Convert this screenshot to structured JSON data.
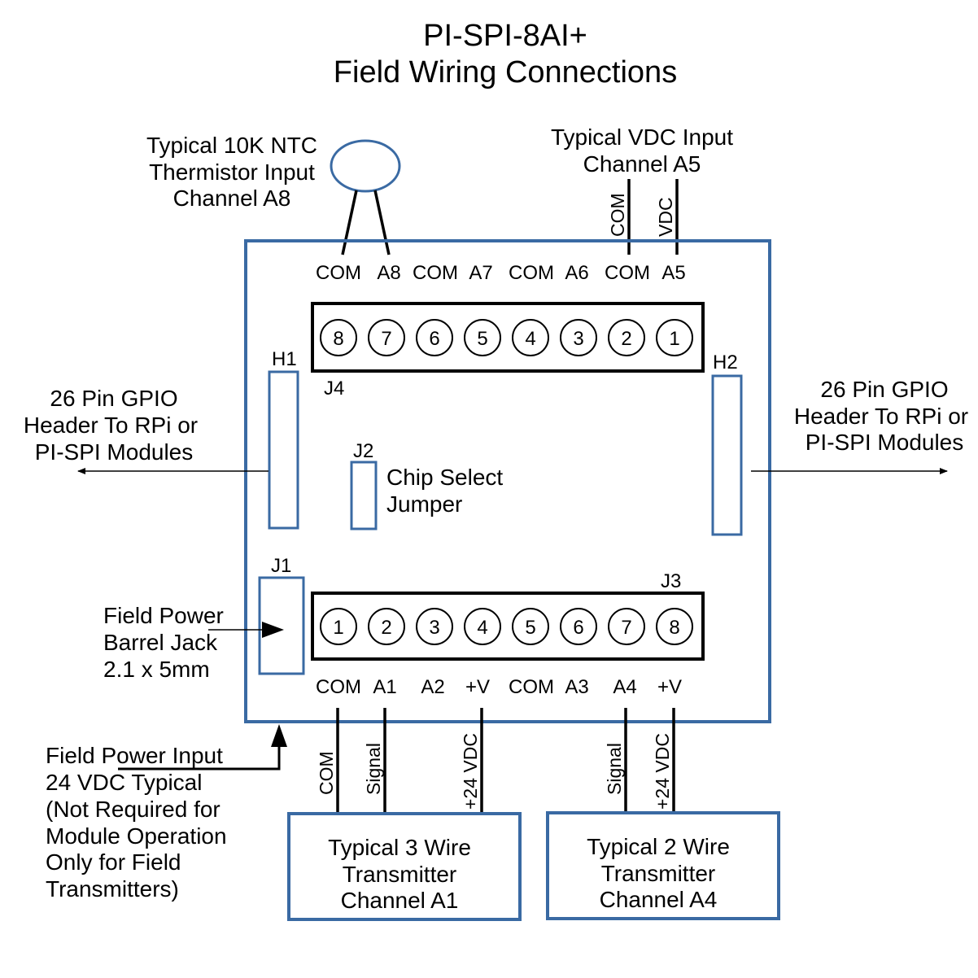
{
  "title": {
    "line1": "PI-SPI-8AI+",
    "line2": "Field Wiring Connections"
  },
  "thermistor": {
    "lines": [
      "Typical 10K NTC",
      "Thermistor Input",
      "Channel A8"
    ]
  },
  "vdc_input": {
    "lines": [
      "Typical VDC Input",
      "Channel A5"
    ],
    "wire_labels": [
      "COM",
      "VDC"
    ]
  },
  "top_terminal_labels": [
    "COM",
    "A8",
    "COM",
    "A7",
    "COM",
    "A6",
    "COM",
    "A5"
  ],
  "j4": {
    "label": "J4",
    "pins": [
      "8",
      "7",
      "6",
      "5",
      "4",
      "3",
      "2",
      "1"
    ]
  },
  "j3": {
    "label": "J3",
    "pins": [
      "1",
      "2",
      "3",
      "4",
      "5",
      "6",
      "7",
      "8"
    ]
  },
  "bottom_terminal_labels": [
    "COM",
    "A1",
    "A2",
    "+V",
    "COM",
    "A3",
    "A4",
    "+V"
  ],
  "h1": {
    "label": "H1"
  },
  "h2": {
    "label": "H2"
  },
  "j2": {
    "label": "J2",
    "desc": [
      "Chip Select",
      "Jumper"
    ]
  },
  "j1": {
    "label": "J1"
  },
  "gpio_left": {
    "lines": [
      "26 Pin GPIO",
      "Header To RPi or",
      "PI-SPI Modules"
    ]
  },
  "gpio_right": {
    "lines": [
      "26 Pin GPIO",
      "Header To RPi or",
      "PI-SPI Modules"
    ]
  },
  "barrel_jack": {
    "lines": [
      "Field Power",
      "Barrel Jack",
      "2.1 x 5mm"
    ]
  },
  "field_power": {
    "lines": [
      "Field Power Input",
      "24 VDC Typical",
      "(Not Required for",
      "Module Operation",
      "Only for Field",
      "Transmitters)"
    ]
  },
  "transmitter_3wire": {
    "lines": [
      "Typical 3 Wire",
      "Transmitter",
      "Channel A1"
    ],
    "wire_labels": [
      "COM",
      "Signal",
      "+24 VDC"
    ]
  },
  "transmitter_2wire": {
    "lines": [
      "Typical 2 Wire",
      "Transmitter",
      "Channel A4"
    ],
    "wire_labels": [
      "Signal",
      "+24 VDC"
    ]
  },
  "colors": {
    "board_outline": "#3a6aa3",
    "connector_outline": "#000000",
    "background": "#ffffff"
  }
}
